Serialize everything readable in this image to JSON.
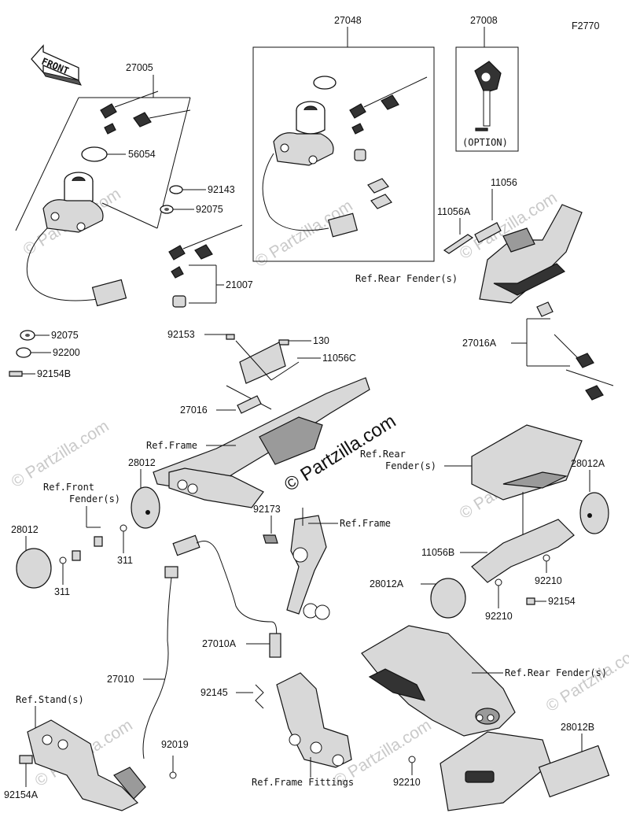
{
  "figure_code": "F2770",
  "front_label": "FRONT",
  "option_label": "(OPTION)",
  "watermark_text": "© Partzilla.com",
  "part_labels": {
    "p27048": "27048",
    "p27008": "27008",
    "p27005": "27005",
    "p56054": "56054",
    "p92143": "92143",
    "p92075a": "92075",
    "p21007": "21007",
    "p92075b": "92075",
    "p92200": "92200",
    "p92154b": "92154B",
    "p11056": "11056",
    "p11056a": "11056A",
    "p27016a": "27016A",
    "p92153": "92153",
    "p130": "130",
    "p11056c": "11056C",
    "p27016": "27016",
    "p28012a_top": "28012",
    "p28012a_left": "28012",
    "p311a": "311",
    "p311b": "311",
    "p92173": "92173",
    "p28012A_right": "28012A",
    "p11056b": "11056B",
    "p28012A_left": "28012A",
    "p92210a": "92210",
    "p92210b": "92210",
    "p92154": "92154",
    "p27010a": "27010A",
    "p27010": "27010",
    "p92145": "92145",
    "p92019": "92019",
    "p92154a": "92154A",
    "p92210c": "92210",
    "p28012b": "28012B"
  },
  "refs": {
    "rear_fender_1": "Ref.Rear Fender(s)",
    "frame_1": "Ref.Frame",
    "rear_fender_2_line1": "Ref.Rear",
    "rear_fender_2_line2": "Fender(s)",
    "front_fender_line1": "Ref.Front",
    "front_fender_line2": "Fender(s)",
    "frame_2": "Ref.Frame",
    "rear_fender_3": "Ref.Rear Fender(s)",
    "stand": "Ref.Stand(s)",
    "frame_fittings": "Ref.Frame Fittings"
  }
}
